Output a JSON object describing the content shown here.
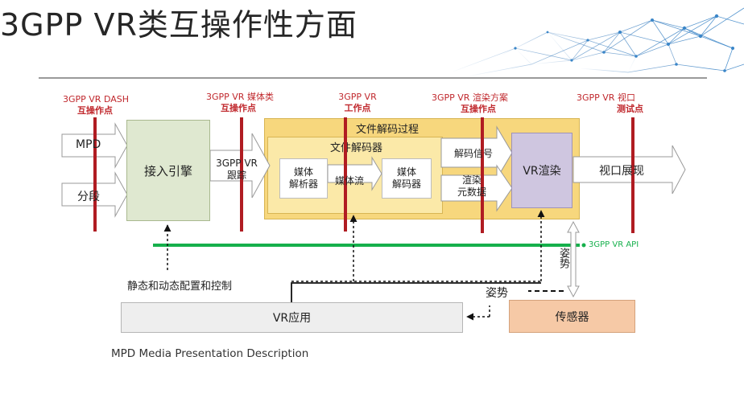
{
  "title": "3GPP VR类互操作性方面",
  "test_points": [
    {
      "line1": "3GPP VR DASH",
      "line2": "互操作点"
    },
    {
      "line1": "3GPP VR  媒体类",
      "line2": "互操作点"
    },
    {
      "line1": "3GPP VR",
      "line2": "工作点"
    },
    {
      "line1": "3GPP VR  渲染方案",
      "line2": "互操作点"
    },
    {
      "line1": "3GPP VR  视口",
      "line2": "测试点"
    }
  ],
  "inputs": {
    "mpd": "MPD",
    "segment": "分段"
  },
  "access_engine": "接入引擎",
  "tracking": {
    "line1": "3GPP VR",
    "line2": "跟踪"
  },
  "file_decoding_process": "文件解码过程",
  "file_decoder": "文件解码器",
  "media_parser": {
    "line1": "媒体",
    "line2": "解析器"
  },
  "media_stream": "媒体流",
  "media_decoder": {
    "line1": "媒体",
    "line2": "解码器"
  },
  "decoded_signal": "解码信号",
  "render_metadata": {
    "line1": "渲染",
    "line2": "元数据"
  },
  "vr_render": "VR渲染",
  "viewport_display": "视口展现",
  "api_label": "3GPP VR API",
  "pose_vertical": "姿势",
  "pose": "姿势",
  "config_control": "静态和动态配置和控制",
  "vr_app": "VR应用",
  "sensor": "传感器",
  "footnote": "MPD Media Presentation Description",
  "colors": {
    "red": "#b01c22",
    "green": "#16b04c",
    "engine_fill": "#dfe8d0",
    "yellow_outer": "#f7d77d",
    "yellow_inner": "#fbe9a8",
    "render_fill": "#cfc6e0",
    "app_fill": "#eeeeee",
    "sensor_fill": "#f6c9a6"
  }
}
